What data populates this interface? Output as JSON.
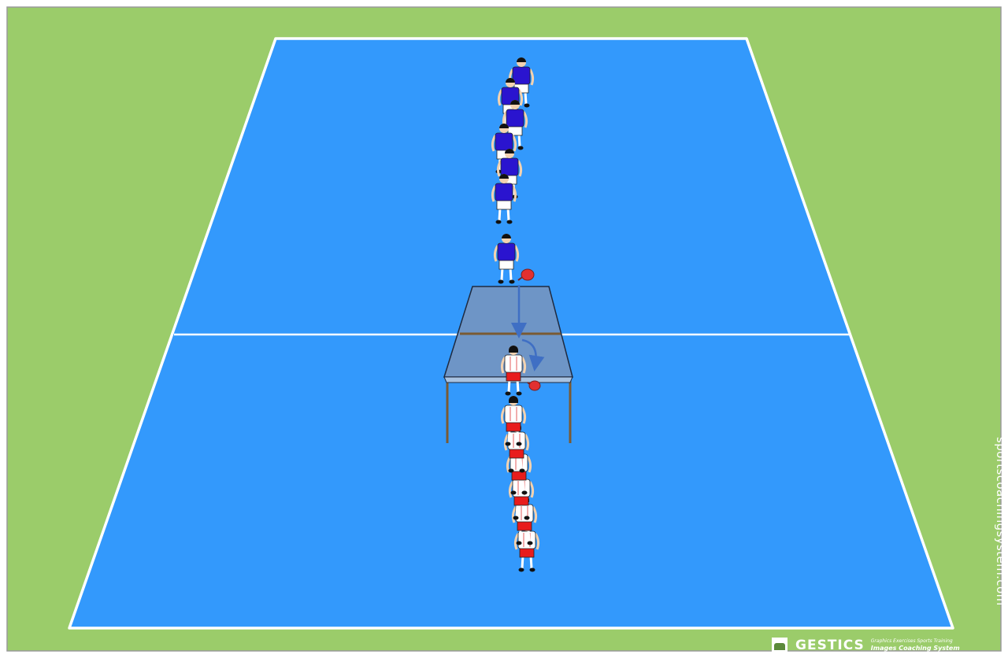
{
  "colors": {
    "grass": "#9bcc6a",
    "court": "#3399fc",
    "court_line": "#ffffff",
    "table_top": "#6e95c6",
    "table_leg": "#7a5a33",
    "team_a_shirt": "#2a14cf",
    "team_b_shirt": "#ffffff",
    "team_b_shorts": "#e81c1c",
    "paddle": "#e23030",
    "arrow": "#3f6fc4"
  },
  "icons": {
    "player_a": "player-blue-shirt-icon",
    "player_b": "player-white-red-icon",
    "paddle": "paddle-icon",
    "logo": "gestics-logo-icon"
  },
  "watermark": {
    "site": "sportscoachingsystem.com"
  },
  "brand": {
    "name": "GESTICS",
    "tagline_1": "Graphics Exercises Sports Training",
    "tagline_2": "Images Coaching System"
  },
  "diagram": {
    "team_a_count": 7,
    "team_b_count": 7
  }
}
